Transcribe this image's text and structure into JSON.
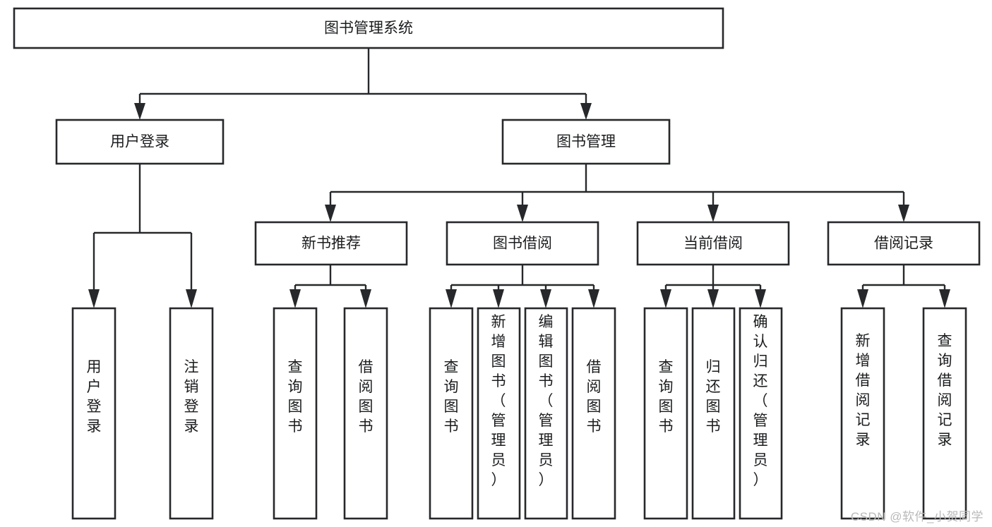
{
  "diagram": {
    "type": "tree-hierarchy",
    "title": "图书管理系统",
    "orientation": "top-down",
    "colors": {
      "node_fill": "#ffffff",
      "node_stroke": "#26282b",
      "text": "#1b1c1e",
      "background": "#ffffff",
      "watermark": "#b9b9b9"
    },
    "nodes": {
      "root": {
        "label": "图书管理系统",
        "level": 0,
        "orientation": "horizontal"
      },
      "l1": [
        {
          "id": "user-login",
          "label": "用户登录",
          "level": 1,
          "orientation": "horizontal"
        },
        {
          "id": "book-manage",
          "label": "图书管理",
          "level": 1,
          "orientation": "horizontal"
        }
      ],
      "l2": [
        {
          "id": "new-book-rec",
          "label": "新书推荐",
          "level": 2,
          "orientation": "horizontal",
          "parent": "book-manage"
        },
        {
          "id": "book-borrow",
          "label": "图书借阅",
          "level": 2,
          "orientation": "horizontal",
          "parent": "book-manage"
        },
        {
          "id": "current-borrow",
          "label": "当前借阅",
          "level": 2,
          "orientation": "horizontal",
          "parent": "book-manage"
        },
        {
          "id": "borrow-record",
          "label": "借阅记录",
          "level": 2,
          "orientation": "horizontal",
          "parent": "book-manage"
        }
      ],
      "leaves": [
        {
          "id": "leaf-user-login",
          "label": "用户登录",
          "parent": "user-login",
          "orientation": "vertical"
        },
        {
          "id": "leaf-user-logout",
          "label": "注销登录",
          "parent": "user-login",
          "orientation": "vertical"
        },
        {
          "id": "leaf-query-book-1",
          "label": "查询图书",
          "parent": "new-book-rec",
          "orientation": "vertical"
        },
        {
          "id": "leaf-borrow-book-1",
          "label": "借阅图书",
          "parent": "new-book-rec",
          "orientation": "vertical"
        },
        {
          "id": "leaf-query-book-2",
          "label": "查询图书",
          "parent": "book-borrow",
          "orientation": "vertical"
        },
        {
          "id": "leaf-add-book",
          "label": "新增图书（管理员）",
          "parent": "book-borrow",
          "orientation": "vertical"
        },
        {
          "id": "leaf-edit-book",
          "label": "编辑图书（管理员）",
          "parent": "book-borrow",
          "orientation": "vertical"
        },
        {
          "id": "leaf-borrow-book-2",
          "label": "借阅图书",
          "parent": "book-borrow",
          "orientation": "vertical"
        },
        {
          "id": "leaf-query-book-3",
          "label": "查询图书",
          "parent": "current-borrow",
          "orientation": "vertical"
        },
        {
          "id": "leaf-return-book",
          "label": "归还图书",
          "parent": "current-borrow",
          "orientation": "vertical"
        },
        {
          "id": "leaf-confirm-return",
          "label": "确认归还（管理员）",
          "parent": "current-borrow",
          "orientation": "vertical"
        },
        {
          "id": "leaf-add-record",
          "label": "新增借阅记录",
          "parent": "borrow-record",
          "orientation": "vertical"
        },
        {
          "id": "leaf-query-record",
          "label": "查询借阅记录",
          "parent": "borrow-record",
          "orientation": "vertical"
        }
      ]
    }
  },
  "watermark": {
    "text": "CSDN @软件_小贺同学"
  }
}
